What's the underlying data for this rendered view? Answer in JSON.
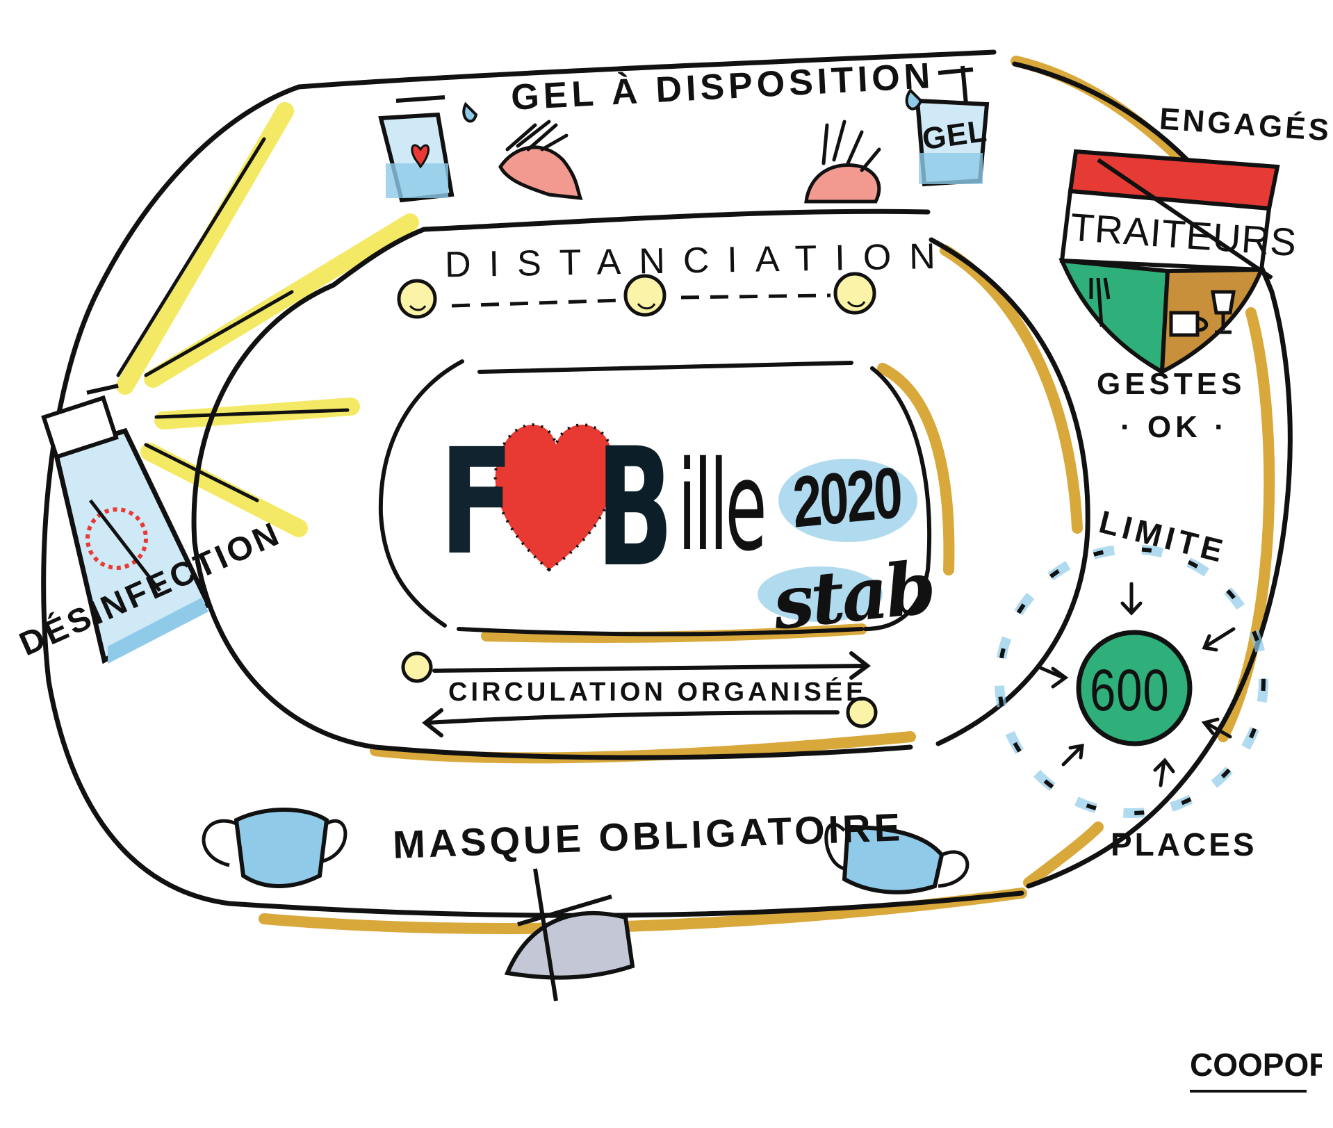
{
  "labels": {
    "gel_disposition": "GEL À DISPOSITION",
    "gel_bottle": "GEL",
    "distanciation": "DISTANCIATION",
    "circulation": "CIRCULATION ORGANISÉE",
    "masque": "MASQUE OBLIGATOIRE",
    "desinfection": "DÉSINFECTION",
    "engages": "ENGAGÉS",
    "traiteurs": "TRAITEURS",
    "gestes": "GESTES",
    "ok": "· OK ·",
    "limite": "LIMITE",
    "places": "PLACES",
    "capacity": "600"
  },
  "logo": {
    "letter_f": "F",
    "letter_b": "B",
    "ille": "ille",
    "year": "2020",
    "stab": "stab",
    "signature": "COOPOP"
  },
  "colors": {
    "ink": "#111111",
    "heart_red": "#e83a33",
    "mustard": "#d9a83a",
    "light_blue": "#8fcbe8",
    "yellow": "#f2e64a",
    "green": "#2fb07a",
    "crest_red": "#e63b35",
    "crest_brown": "#c8903a"
  },
  "icons": [
    "hand-gel-bottle-icon",
    "red-hand-icon",
    "smiley-icon",
    "spray-bottle-icon",
    "virus-icon",
    "face-mask-icon",
    "crossed-out-mask-icon",
    "traiteurs-crest-icon",
    "fork-icon",
    "coffee-cup-icon",
    "wine-glass-icon",
    "capacity-circle-icon"
  ]
}
